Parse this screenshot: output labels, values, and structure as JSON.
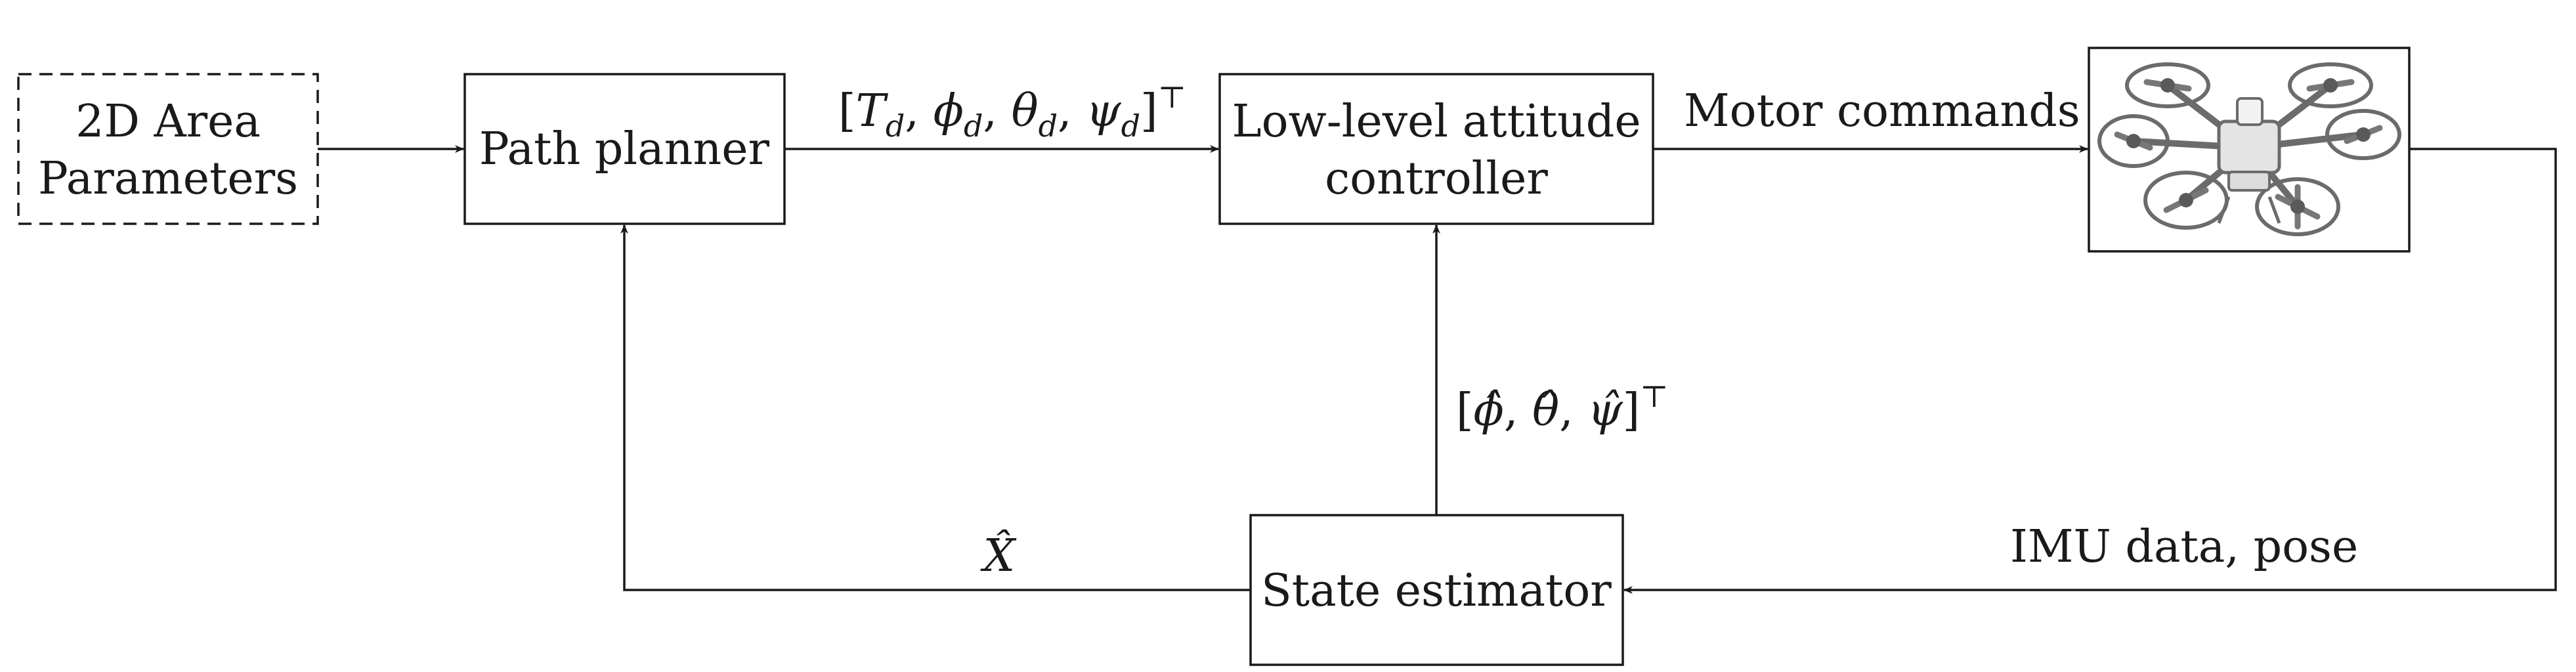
{
  "blocks": {
    "area_params": {
      "line1": "2D Area",
      "line2": "Parameters"
    },
    "path_planner": {
      "label": "Path planner"
    },
    "attitude_controller": {
      "line1": "Low-level attitude",
      "line2": "controller"
    },
    "state_estimator": {
      "label": "State estimator"
    }
  },
  "signals": {
    "desired": {
      "open": "[",
      "T": "T",
      "T_sub": "d",
      "phi": "ϕ",
      "phi_sub": "d",
      "theta": "θ",
      "theta_sub": "d",
      "psi": "ψ",
      "psi_sub": "d",
      "close": "]",
      "transpose": "⊤",
      "sep": ", "
    },
    "motor": "Motor commands",
    "estimated_angles": {
      "open": "[",
      "phi": "ϕ̂",
      "theta": "θ̂",
      "psi": "ψ̂",
      "close": "]",
      "transpose": "⊤",
      "sep": ", "
    },
    "state_hat": "X̂",
    "imu": "IMU data, pose"
  },
  "image": {
    "name": "hexacopter-drone"
  }
}
